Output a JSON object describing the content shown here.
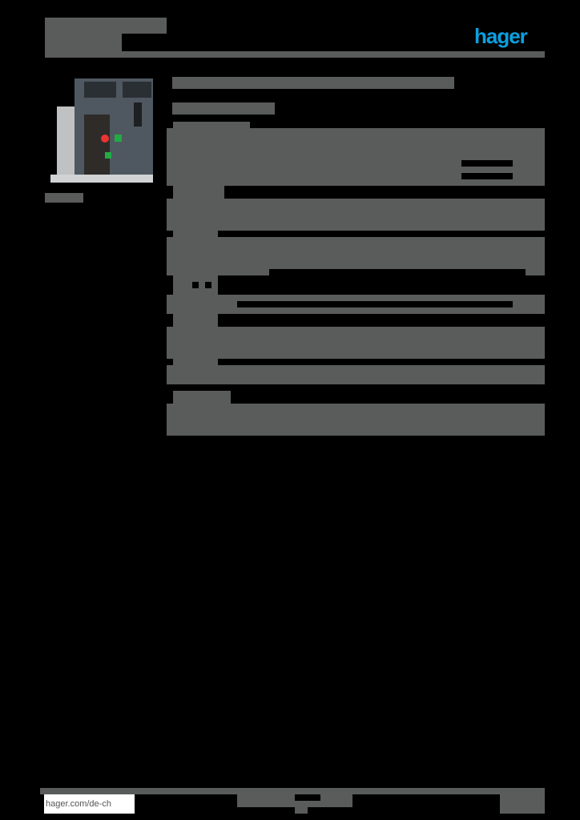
{
  "header": {
    "title_redacted": "",
    "subtitle_redacted": "",
    "brand_logo": "hager"
  },
  "product": {
    "image": "air-circuit-breaker-icon",
    "caption_redacted": ""
  },
  "main": {
    "heading_redacted": "",
    "subheading_redacted": "",
    "sections": [
      {
        "label_redacted": "",
        "rows": 3
      },
      {
        "label_redacted": "",
        "rows": 2
      },
      {
        "label_redacted": "",
        "rows": 2
      },
      {
        "label_redacted": "",
        "rows": 1
      },
      {
        "label_redacted": "",
        "rows": 2
      },
      {
        "label_redacted": "",
        "rows": 1
      },
      {
        "label_redacted": "",
        "rows": 2
      }
    ]
  },
  "footer": {
    "url": "hager.com/de-ch",
    "center_redacted": "",
    "page_redacted": ""
  },
  "colors": {
    "brand": "#0aa0e0",
    "redaction": "#5a5b5b",
    "background": "#000000"
  }
}
